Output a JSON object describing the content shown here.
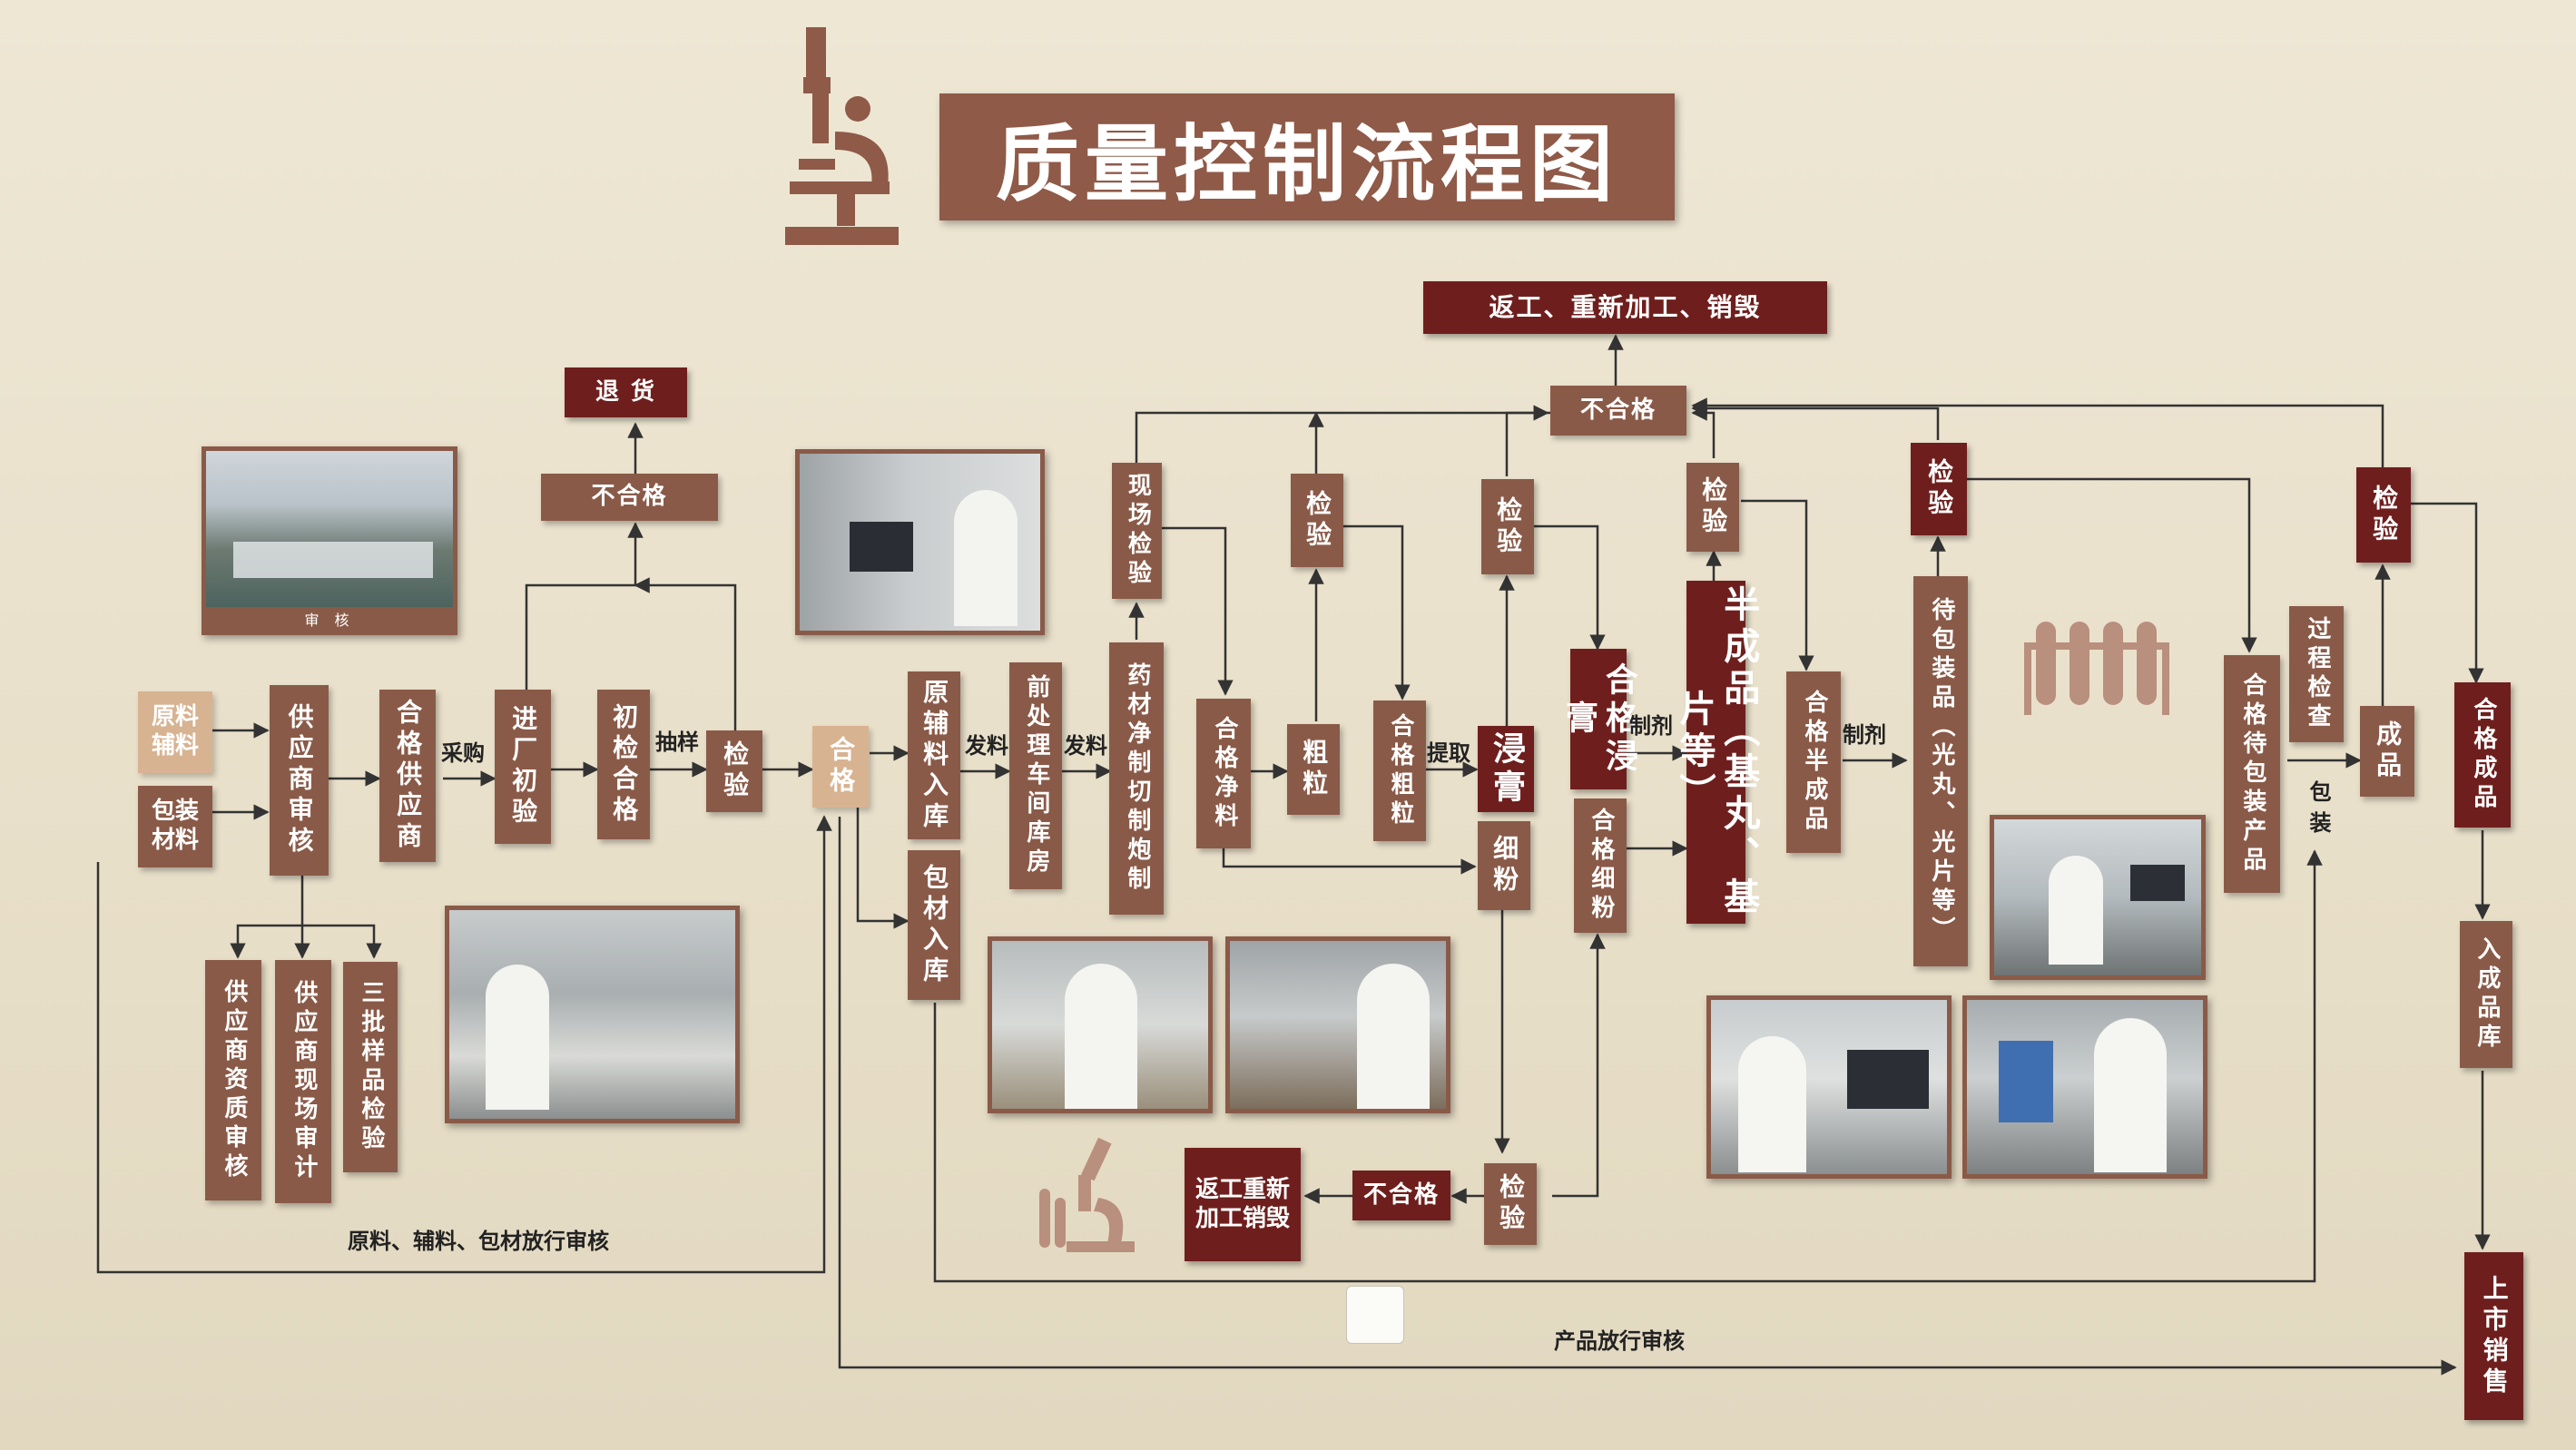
{
  "title": "质量控制流程图",
  "colors": {
    "box_brown": "#8a5a48",
    "box_dark": "#6e1f1d",
    "box_tan": "#d8b391",
    "wall": "#e9e1cd",
    "line": "#333333"
  },
  "icons": {
    "microscope_large": "microscope-icon",
    "test_tubes": "test-tubes-icon",
    "microscope_small": "microscope-test-tube-icon"
  },
  "nodes": {
    "rework_destroy_top": "返工、重新加工、销毁",
    "return_goods": "退 货",
    "unqualified_left": "不合格",
    "unqualified_top": "不合格",
    "unqualified_bottom": "不合格",
    "raw_aux": "原料辅料",
    "packaging_material": "包装材料",
    "supplier_audit": "供应商审核",
    "qualified_supplier": "合格供应商",
    "incoming_inspection": "进厂初验",
    "initial_qualified": "初检合格",
    "inspect_1": "检验",
    "qualified": "合格",
    "raw_aux_storage": "原辅料入库",
    "packaging_storage": "包材入库",
    "pretreat_warehouse": "前处理车间库房",
    "herb_processing": "药材净制切制炮制",
    "onsite_inspection": "现场检验",
    "qualified_clean": "合格净料",
    "inspect_2": "检验",
    "coarse": "粗粒",
    "qualified_coarse": "合格粗粒",
    "inspect_3": "检验",
    "extract": "浸膏",
    "fine_powder": "细粉",
    "qualified_extract": "合格浸膏",
    "qualified_fine": "合格细粉",
    "inspect_4": "检验",
    "semi_finished": "半成品（基丸、基片等）",
    "qualified_semi": "合格半成品",
    "inspect_5": "检验",
    "to_be_packed": "待包装品（光丸、光片等）",
    "qualified_to_pack": "合格待包装产品",
    "process_check": "过程检查",
    "finished": "成品",
    "inspect_6": "检验",
    "qualified_finished": "合格成品",
    "finished_storage": "入成品库",
    "market_sale": "上市销售",
    "inspect_bottom": "检验",
    "rework_destroy_bottom": "返工重新加工销毁",
    "supplier_qualification": "供应商资质审核",
    "supplier_site_audit": "供应商现场审计",
    "three_batch": "三批样品检验"
  },
  "edge_labels": {
    "purchase": "采购",
    "sampling": "抽样",
    "dispense_1": "发料",
    "dispense_2": "发料",
    "extraction": "提取",
    "formulate_1": "制剂",
    "formulate_2": "制剂",
    "packing": "包装"
  },
  "captions": {
    "material_release": "原料、辅料、包材放行审核",
    "product_release": "产品放行审核",
    "photo_lab": "审 核"
  }
}
